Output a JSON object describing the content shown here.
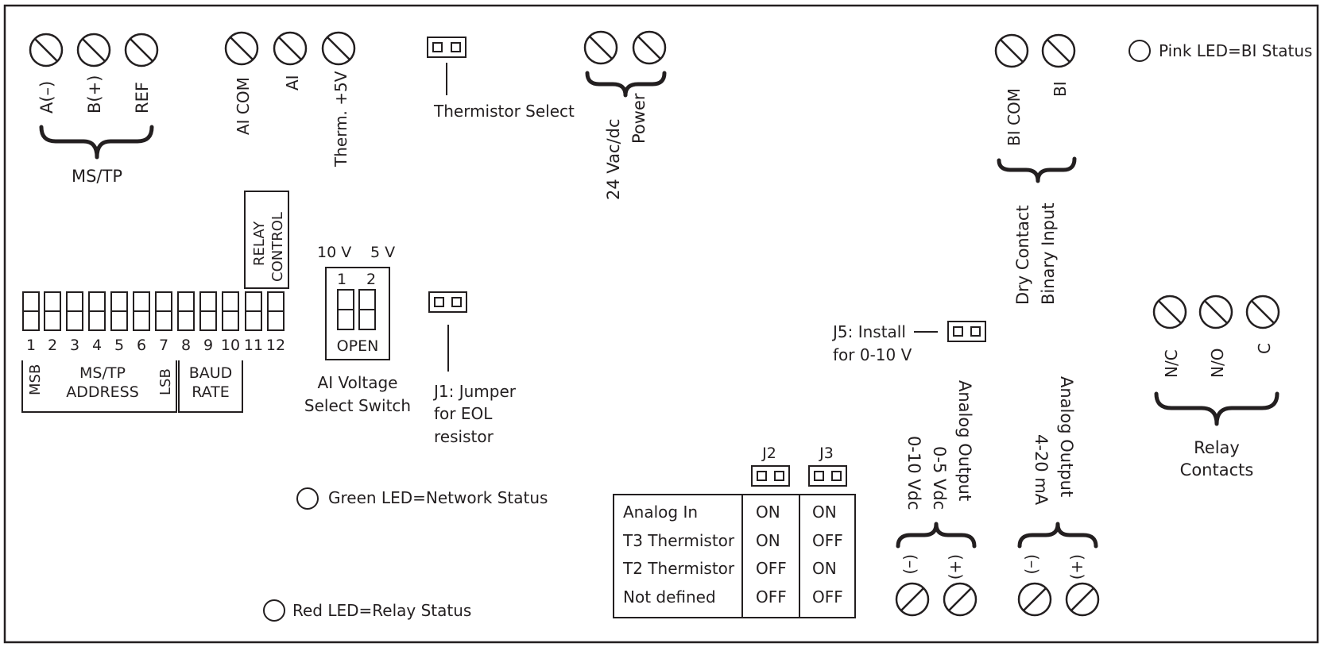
{
  "terminals": {
    "ms_tp": [
      "A(–)",
      "B(+)",
      "REF"
    ],
    "ms_tp_label": "MS/TP",
    "ai": [
      "AI COM",
      "AI",
      "Therm. +5V"
    ],
    "thermistor_select": "Thermistor Select",
    "power": [
      "24 Vac/dc",
      "Power"
    ],
    "bi": [
      "BI COM",
      "BI"
    ],
    "bi_group": [
      "Dry Contact",
      "Binary Input"
    ],
    "relay": [
      "N/C",
      "N/O",
      "C"
    ],
    "relay_group": [
      "Relay",
      "Contacts"
    ]
  },
  "leds": {
    "pink": "Pink LED=BI Status",
    "green": "Green LED=Network Status",
    "red": "Red LED=Relay Status"
  },
  "dip_switch": {
    "relay_control": [
      "RELAY",
      "CONTROL"
    ],
    "numbers": [
      "1",
      "2",
      "3",
      "4",
      "5",
      "6",
      "7",
      "8",
      "9",
      "10",
      "11",
      "12"
    ],
    "msb": "MSB",
    "lsb": "LSB",
    "address": [
      "MS/TP",
      "ADDRESS"
    ],
    "baud": [
      "BAUD",
      "RATE"
    ]
  },
  "ai_switch": {
    "v10": "10 V",
    "v5": "5 V",
    "n1": "1",
    "n2": "2",
    "open": "OPEN",
    "caption": [
      "AI Voltage",
      "Select Switch"
    ]
  },
  "j1": [
    "J1: Jumper",
    "for EOL",
    "resistor"
  ],
  "j5": [
    "J5: Install",
    "for 0-10 V"
  ],
  "mode_table": {
    "headers": [
      "J2",
      "J3"
    ],
    "rows": [
      [
        "Analog In",
        "ON",
        "ON"
      ],
      [
        "T3 Thermistor",
        "ON",
        "OFF"
      ],
      [
        "T2 Thermistor",
        "OFF",
        "ON"
      ],
      [
        "Not defined",
        "OFF",
        "OFF"
      ]
    ]
  },
  "analog_out_v": [
    "Analog Output",
    "0-5 Vdc",
    "0-10 Vdc"
  ],
  "analog_out_ma": [
    "Analog Output",
    "4-20 mA"
  ],
  "polarity": [
    "(–)",
    "(+)"
  ]
}
